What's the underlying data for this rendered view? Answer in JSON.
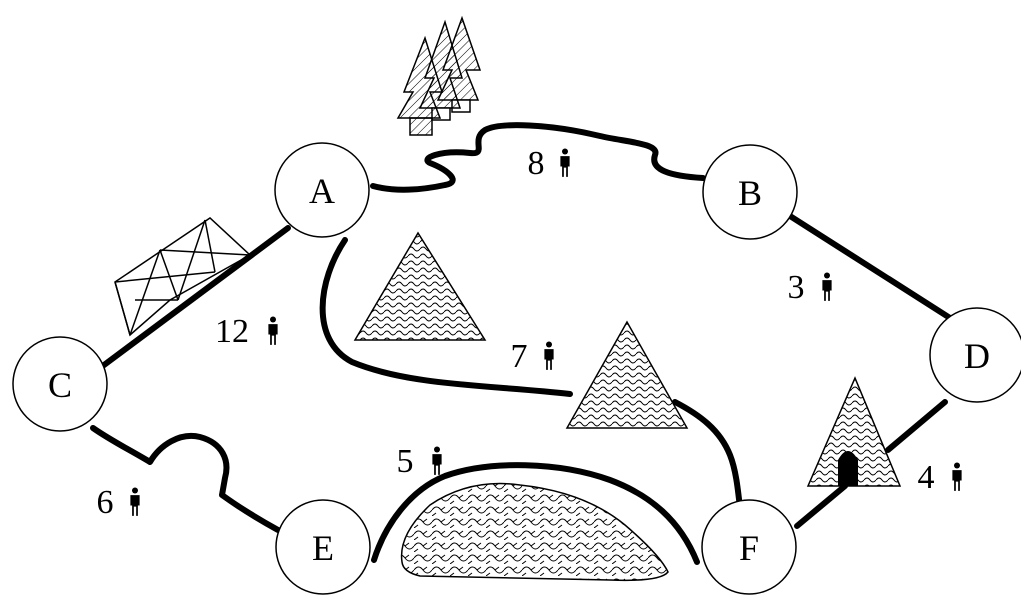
{
  "nodes": {
    "A": "A",
    "B": "B",
    "C": "C",
    "D": "D",
    "E": "E",
    "F": "F"
  },
  "edges": {
    "AB": "8",
    "BD": "3",
    "AC": "12",
    "AF": "7",
    "CE": "6",
    "EF": "5",
    "DF": "4"
  },
  "person_icon": "person-icon"
}
